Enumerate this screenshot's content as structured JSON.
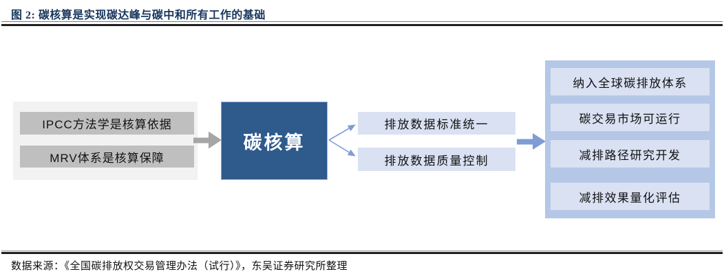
{
  "figure": {
    "title": "图 2: 碳核算是实现碳达峰与碳中和所有工作的基础",
    "source": "数据来源：《全国碳排放权交易管理办法（试行）》，东吴证券研究所整理"
  },
  "diagram": {
    "inputs": {
      "items": [
        "IPCC方法学是核算依据",
        "MRV体系是核算保障"
      ]
    },
    "core": {
      "label": "碳核算"
    },
    "functions": {
      "items": [
        "排放数据标准统一",
        "排放数据质量控制"
      ]
    },
    "outcomes": {
      "items": [
        "纳入全球碳排放体系",
        "碳交易市场可运行",
        "减排路径研究开发",
        "减排效果量化评估"
      ]
    },
    "icons": {
      "left_arrow": "gray-right-arrow-icon",
      "fan": "fan-connector-icon",
      "right_arrow": "blue-right-arrow-icon"
    }
  },
  "colors": {
    "title_navy": "#17365D",
    "core_box_blue": "#2E5A8C",
    "core_box_border": "#8FAADC",
    "light_blue_fill": "#D9E1F2",
    "panel_blue": "#B4C7E7",
    "connector_blue": "#7F9CD5",
    "panel_gray": "#F2F2F2",
    "item_gray": "#BFBFBF",
    "arrow_gray": "#A6A6A6",
    "rule_dark": "#1F1F1F",
    "text_black": "#111111"
  }
}
